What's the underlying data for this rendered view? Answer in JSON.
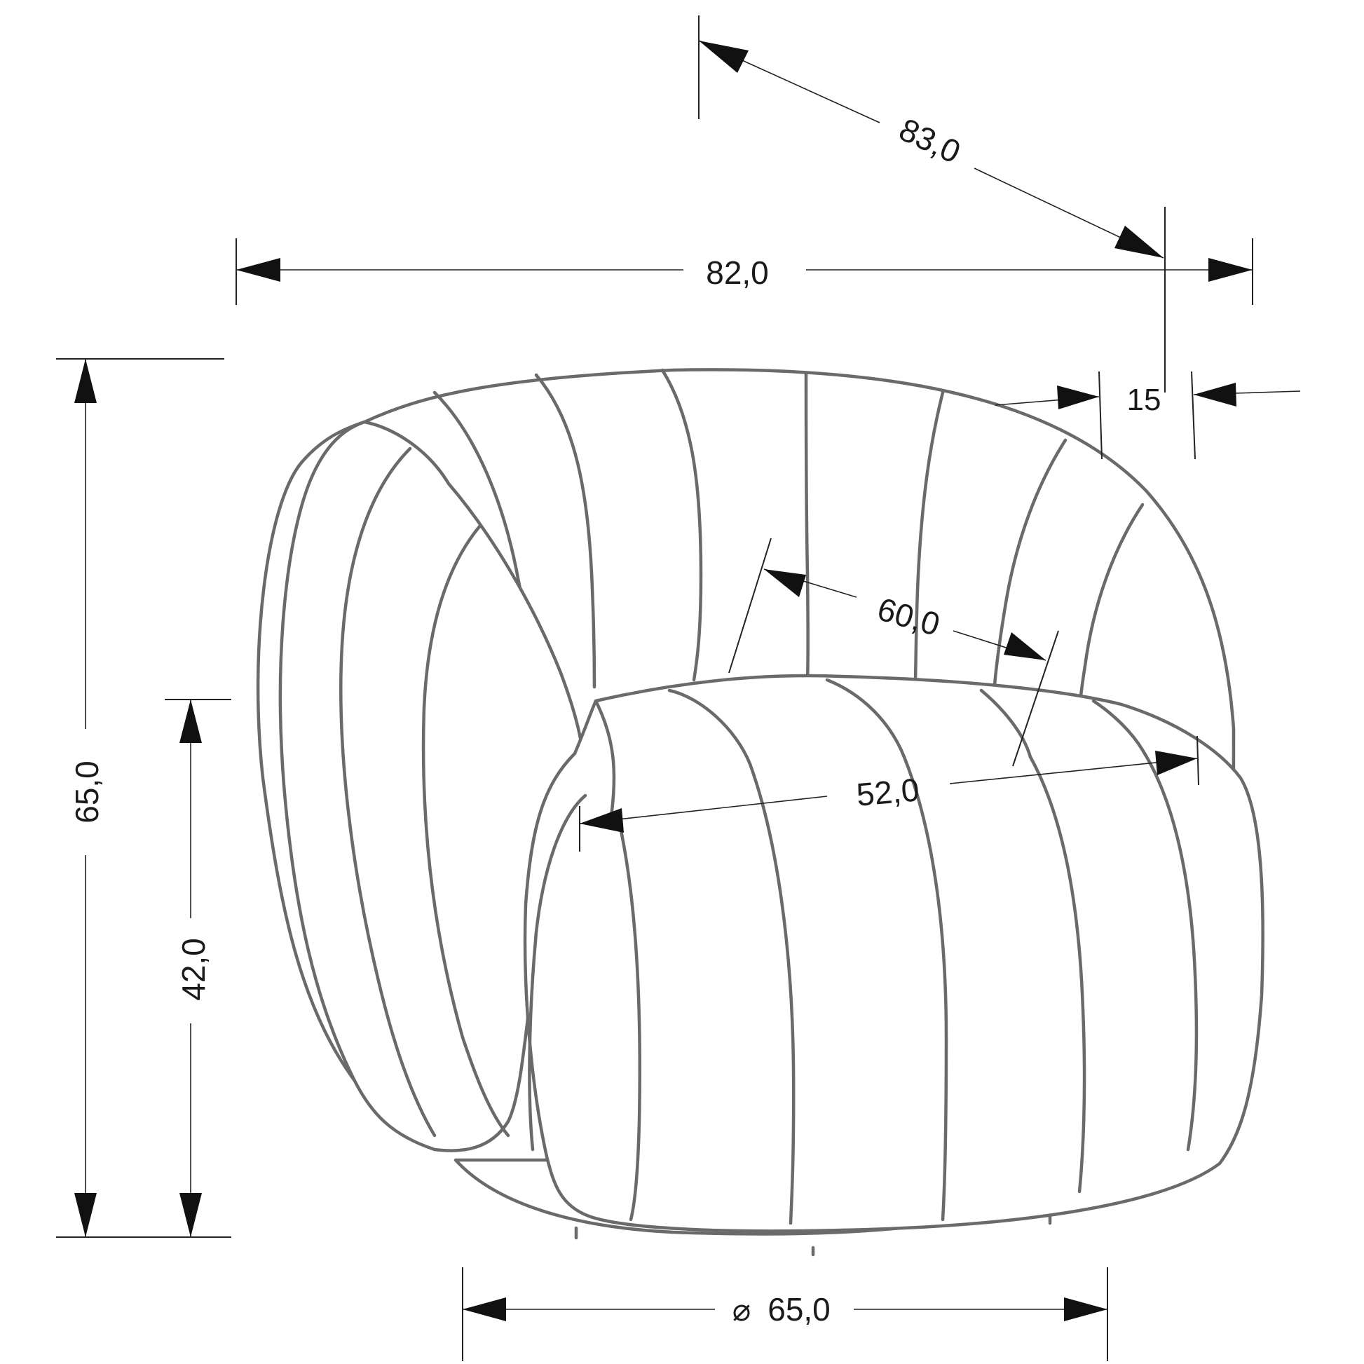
{
  "dimensions": {
    "depth_diagonal": "83,0",
    "width": "82,0",
    "arm_width": "15",
    "height": "65,0",
    "seat_height": "42,0",
    "back_inner_width": "60,0",
    "seat_width": "52,0",
    "base_diameter": "65,0",
    "diameter_symbol": "⌀"
  }
}
